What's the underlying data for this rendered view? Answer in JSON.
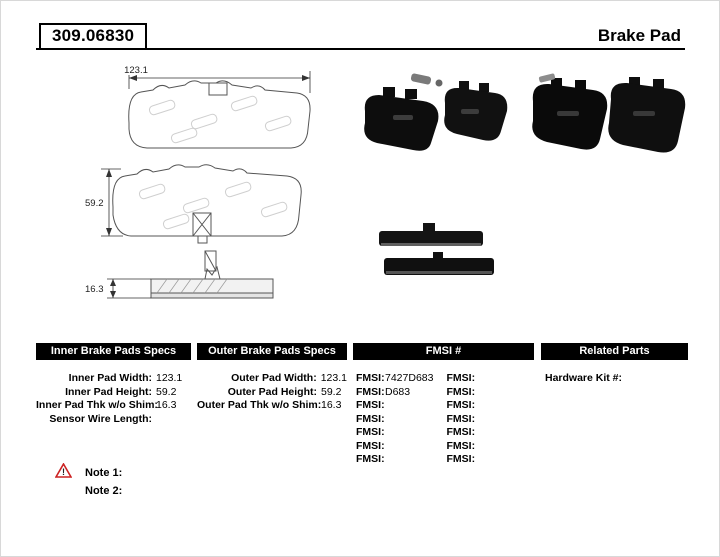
{
  "header": {
    "part_number": "309.06830",
    "product_name": "Brake Pad"
  },
  "drawing": {
    "dim_width": "123.1",
    "dim_height": "59.2",
    "dim_thickness": "16.3"
  },
  "specs": {
    "inner": {
      "title": "Inner Brake Pads Specs",
      "rows": [
        {
          "label": "Inner Pad Width:",
          "value": "123.1"
        },
        {
          "label": "Inner Pad Height:",
          "value": "59.2"
        },
        {
          "label": "Inner Pad Thk w/o Shim:",
          "value": "16.3"
        },
        {
          "label": "Sensor Wire Length:",
          "value": ""
        }
      ]
    },
    "outer": {
      "title": "Outer Brake Pads Specs",
      "rows": [
        {
          "label": "Outer Pad Width:",
          "value": "123.1"
        },
        {
          "label": "Outer Pad Height:",
          "value": "59.2"
        },
        {
          "label": "Outer Pad Thk w/o Shim:",
          "value": "16.3"
        }
      ]
    },
    "fmsi": {
      "title": "FMSI #",
      "left": [
        {
          "label": "FMSI:",
          "value": "7427D683"
        },
        {
          "label": "FMSI:",
          "value": "D683"
        },
        {
          "label": "FMSI:",
          "value": ""
        },
        {
          "label": "FMSI:",
          "value": ""
        },
        {
          "label": "FMSI:",
          "value": ""
        },
        {
          "label": "FMSI:",
          "value": ""
        },
        {
          "label": "FMSI:",
          "value": ""
        }
      ],
      "right": [
        {
          "label": "FMSI:",
          "value": ""
        },
        {
          "label": "FMSI:",
          "value": ""
        },
        {
          "label": "FMSI:",
          "value": ""
        },
        {
          "label": "FMSI:",
          "value": ""
        },
        {
          "label": "FMSI:",
          "value": ""
        },
        {
          "label": "FMSI:",
          "value": ""
        },
        {
          "label": "FMSI:",
          "value": ""
        }
      ]
    },
    "related": {
      "title": "Related Parts",
      "rows": [
        {
          "label": "Hardware Kit #:",
          "value": ""
        }
      ]
    }
  },
  "notes": {
    "items": [
      {
        "label": "Note 1:"
      },
      {
        "label": "Note 2:"
      }
    ]
  }
}
